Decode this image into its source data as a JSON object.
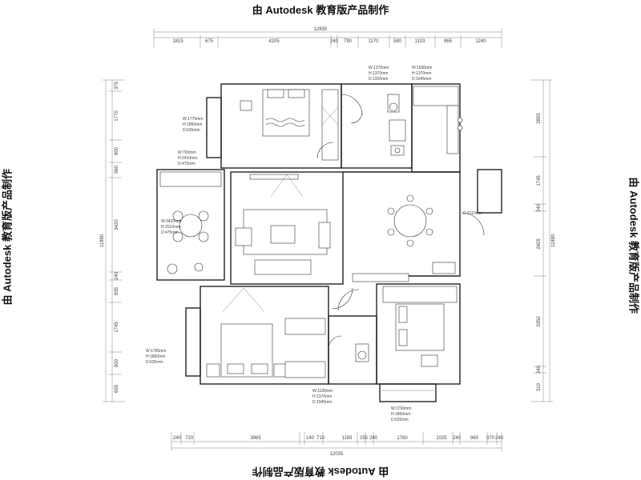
{
  "watermarks": {
    "top": "由 Autodesk 教育版产品制作",
    "bottom": "由 Autodesk 教育版产品制作",
    "left": "由 Autodesk 教育版产品制作",
    "right": "由 Autodesk 教育版产品制作"
  },
  "dimensions": {
    "top_total": "12830",
    "top_segments": [
      "1815",
      "675",
      "4205",
      "240",
      "790",
      "1170",
      "580",
      "1103",
      "965",
      "1240"
    ],
    "bottom_total": "12035",
    "bottom_segments": [
      "240",
      "720",
      "3965",
      "140",
      "710",
      "1185",
      "255",
      "240",
      "1760",
      "1025",
      "240",
      "960",
      "370",
      "240"
    ],
    "left_total": "11880",
    "left_segments": [
      "375",
      "1770",
      "800",
      "560",
      "3420",
      "240",
      "835",
      "1745",
      "800",
      "655"
    ],
    "right_total": "11880",
    "right_segments": [
      "2855",
      "1745",
      "240",
      "2405",
      "3350",
      "240",
      "310"
    ]
  },
  "room_notes": [
    {
      "id": "master-bed",
      "lines": [
        "W:1775mm",
        "H:1860mm",
        "D:635mm"
      ]
    },
    {
      "id": "study-cab",
      "lines": [
        "W:765mm",
        "H:2410mm",
        "D:475mm"
      ]
    },
    {
      "id": "balcony",
      "lines": [
        "W:3420mm",
        "H:2510mm",
        "D:475mm"
      ]
    },
    {
      "id": "bath-top",
      "lines": [
        "W:1370mm",
        "H:1370mm",
        "D:1320mm"
      ]
    },
    {
      "id": "kitchen-top",
      "lines": [
        "W:1500mm",
        "H:1370mm",
        "D:1045mm"
      ]
    },
    {
      "id": "entry",
      "lines": [
        "D:2110mm"
      ]
    },
    {
      "id": "bed2",
      "lines": [
        "W:1765mm",
        "H:1860mm",
        "D:635mm"
      ]
    },
    {
      "id": "bath-bottom",
      "lines": [
        "W:1185mm",
        "H:1370mm",
        "D:1045mm"
      ]
    },
    {
      "id": "bed3",
      "lines": [
        "W:1760mm",
        "H:1860mm",
        "D:625mm"
      ]
    }
  ]
}
